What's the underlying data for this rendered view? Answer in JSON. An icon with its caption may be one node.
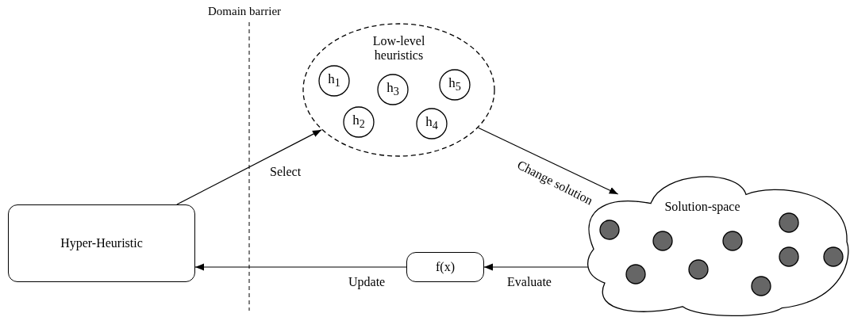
{
  "diagram": {
    "nodes": [
      {
        "text": [
          "Hyper-Heuristic"
        ]
      },
      {
        "text": [
          "Low-level heuristics"
        ]
      },
      {
        "text": [
          "h$_{1}$"
        ],
        "in": 1
      },
      {
        "text": [
          "h$_{3}$"
        ],
        "in": 1
      },
      {
        "text": [
          "h$_{5}$"
        ],
        "in": 1
      },
      {
        "text": [
          "h$_{2}$"
        ],
        "in": 1
      },
      {
        "text": [
          "h$_{4}$"
        ],
        "in": 1
      },
      {
        "text": [
          "Solution-space"
        ]
      },
      {
        "text": [],
        "shape": "circle",
        "in": 7
      },
      {
        "text": [],
        "shape": "circle",
        "in": 7
      },
      {
        "text": [],
        "shape": "circle",
        "in": 7
      },
      {
        "text": [],
        "shape": "circle",
        "in": 7
      },
      {
        "text": [],
        "shape": "circle",
        "in": 7
      },
      {
        "text": [],
        "shape": "circle",
        "in": 7
      },
      {
        "text": [],
        "shape": "circle",
        "in": 7
      },
      {
        "text": [],
        "shape": "circle",
        "in": 7
      },
      {
        "text": [],
        "shape": "circle",
        "in": 7
      },
      {
        "text": [
          "f(x)"
        ]
      }
    ],
    "edges": [
      {
        "from": 0,
        "to": 1,
        "arrow": "to",
        "label": "Select"
      },
      {
        "from": 1,
        "to": 7,
        "arrow": "to",
        "label": "Change solution"
      },
      {
        "from": 7,
        "to": 17,
        "arrow": "to",
        "label": "Evaluate"
      },
      {
        "from": 17,
        "to": 0,
        "arrow": "to",
        "label": "Update"
      }
    ],
    "labels": [
      "Domain barrier"
    ]
  }
}
